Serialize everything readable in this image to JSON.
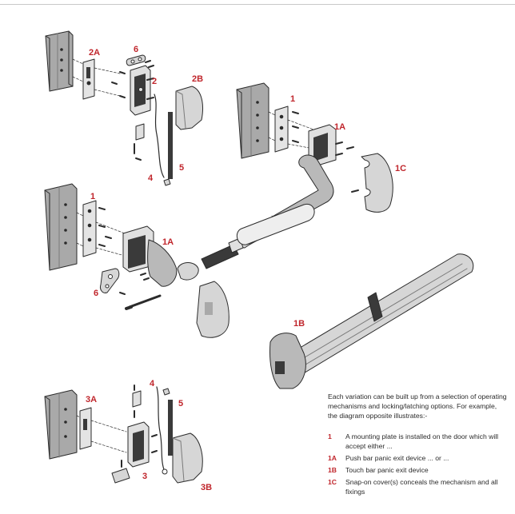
{
  "colors": {
    "accent": "#c0262c",
    "line": "#2b2b2b",
    "panel": "#d6d6d6",
    "panel_dark": "#a9a9a9"
  },
  "callouts": {
    "c_2a": "2A",
    "c_6_top": "6",
    "c_2": "2",
    "c_2b": "2B",
    "c_4_top": "4",
    "c_5_top": "5",
    "c_1_top": "1",
    "c_1a_top": "1A",
    "c_1c": "1C",
    "c_1_mid": "1",
    "c_1a_mid": "1A",
    "c_6_mid": "6",
    "c_1b": "1B",
    "c_3a": "3A",
    "c_4_bot": "4",
    "c_5_bot": "5",
    "c_3": "3",
    "c_3b": "3B"
  },
  "description": {
    "intro": "Each variation can be built up from a selection of operating mechanisms and locking/latching options. For example, the diagram opposite illustrates:-",
    "items": [
      {
        "code": "1",
        "text": "A mounting plate is installed on the door which will accept either ..."
      },
      {
        "code": "1A",
        "text": "Push bar panic exit device ... or ..."
      },
      {
        "code": "1B",
        "text": "Touch bar panic exit device"
      },
      {
        "code": "1C",
        "text": "Snap-on cover(s) conceals the mechanism and all fixings"
      }
    ]
  }
}
